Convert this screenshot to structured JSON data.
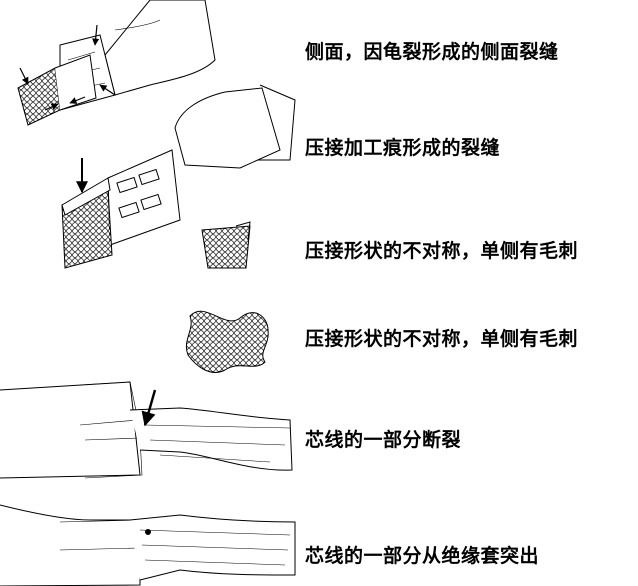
{
  "items": [
    {
      "label": "侧面，因龟裂形成的侧面裂缝"
    },
    {
      "label": "压接加工痕形成的裂缝"
    },
    {
      "label": "压接形状的不对称，单侧有毛刺"
    },
    {
      "label": "压接形状的不对称，单侧有毛刺"
    },
    {
      "label": "芯线的一部分断裂"
    },
    {
      "label": "芯线的一部分从绝缘套突出"
    }
  ]
}
